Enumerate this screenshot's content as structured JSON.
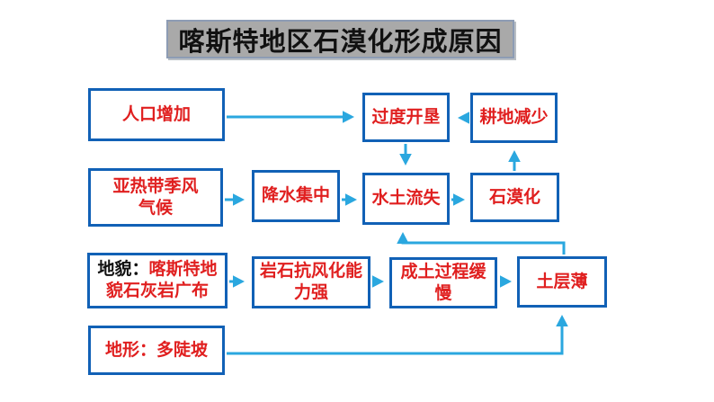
{
  "title": "喀斯特地区石漠化形成原因",
  "colors": {
    "box_border": "#1161b6",
    "text_red": "#e01f1f",
    "text_black": "#111111",
    "arrow": "#2aa7df",
    "title_bg": "#a9a9a9",
    "title_border": "#8d9cb4"
  },
  "nodes": {
    "renkou": {
      "label": "人口增加"
    },
    "guodu": {
      "label": "过度开垦"
    },
    "gengdi": {
      "label": "耕地减少"
    },
    "qihou": {
      "label": "亚热带季风\n气候"
    },
    "jiangshui": {
      "label": "降水集中"
    },
    "shuitu": {
      "label": "水土流失"
    },
    "shimohua": {
      "label": "石漠化"
    },
    "dimao": {
      "prefix": "地貌：",
      "label": "喀斯特地\n貌石灰岩广布"
    },
    "yanshi": {
      "label": "岩石抗风化能\n力强"
    },
    "chengtu": {
      "label": "成土过程缓\n慢"
    },
    "tuceng": {
      "label": "土层薄"
    },
    "dixing": {
      "label": "地形：多陡坡"
    }
  },
  "edges": [
    {
      "from": "人口增加",
      "to": "过度开垦"
    },
    {
      "from": "耕地减少",
      "to": "过度开垦"
    },
    {
      "from": "过度开垦",
      "to": "水土流失"
    },
    {
      "from": "石漠化",
      "to": "耕地减少"
    },
    {
      "from": "亚热带季风气候",
      "to": "降水集中"
    },
    {
      "from": "降水集中",
      "to": "水土流失"
    },
    {
      "from": "水土流失",
      "to": "石漠化"
    },
    {
      "from": "地貌：喀斯特地貌石灰岩广布",
      "to": "岩石抗风化能力强"
    },
    {
      "from": "岩石抗风化能力强",
      "to": "成土过程缓慢"
    },
    {
      "from": "成土过程缓慢",
      "to": "土层薄"
    },
    {
      "from": "土层薄",
      "to": "水土流失"
    },
    {
      "from": "地形：多陡坡",
      "to": "土层薄"
    }
  ]
}
